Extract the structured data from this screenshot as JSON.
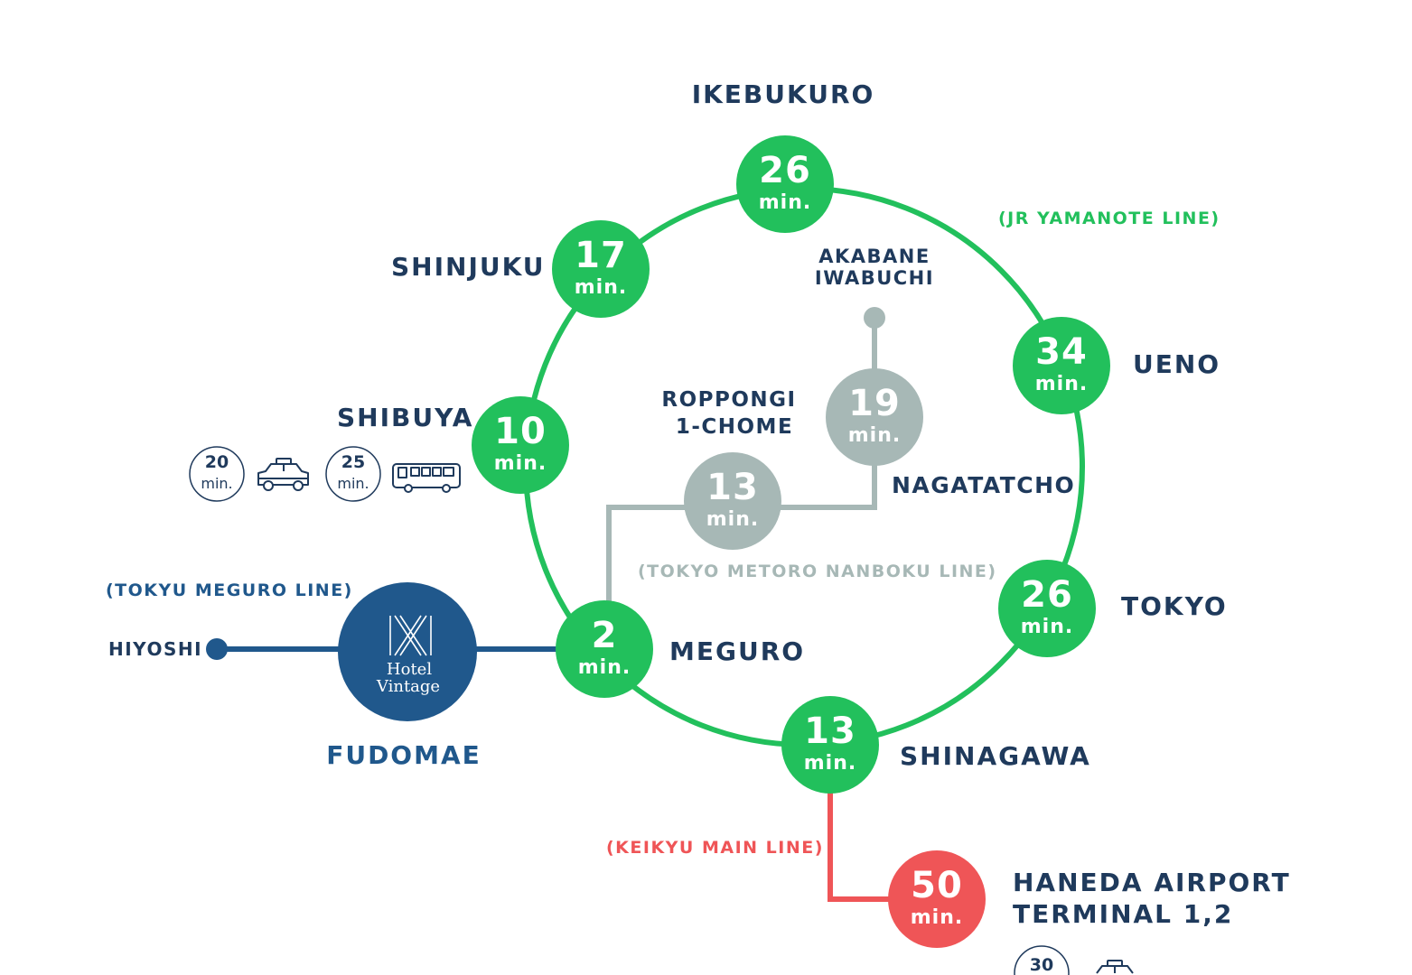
{
  "colors": {
    "yamanote": "#22c05c",
    "nanboku": "#a7b8b6",
    "meguro": "#20588c",
    "keikyu": "#ef5557",
    "text": "#1f3a5c"
  },
  "lines": {
    "yamanote": "(JR YAMANOTE LINE)",
    "nanboku": "(TOKYO METORO NANBOKU LINE)",
    "meguro": "(TOKYU MEGURO LINE)",
    "keikyu": "(KEIKYU MAIN LINE)"
  },
  "stations": {
    "ikebukuro": {
      "name": "IKEBUKURO",
      "time": "26",
      "unit": "min."
    },
    "shinjuku": {
      "name": "SHINJUKU",
      "time": "17",
      "unit": "min."
    },
    "shibuya": {
      "name": "SHIBUYA",
      "time": "10",
      "unit": "min."
    },
    "meguro": {
      "name": "MEGURO",
      "time": "2",
      "unit": "min."
    },
    "shinagawa": {
      "name": "SHINAGAWA",
      "time": "13",
      "unit": "min."
    },
    "tokyo": {
      "name": "TOKYO",
      "time": "26",
      "unit": "min."
    },
    "ueno": {
      "name": "UENO",
      "time": "34",
      "unit": "min."
    },
    "roppongi": {
      "name_line1": "ROPPONGI",
      "name_line2": "1-CHOME",
      "time": "13",
      "unit": "min."
    },
    "nagatatcho": {
      "name": "NAGATATCHO",
      "time": "19",
      "unit": "min."
    },
    "akabane": {
      "name_line1": "AKABANE",
      "name_line2": "IWABUCHI"
    },
    "haneda": {
      "name_line1": "HANEDA AIRPORT",
      "name_line2": "TERMINAL 1,2",
      "time": "50",
      "unit": "min."
    },
    "hiyoshi": {
      "name": "HIYOSHI"
    },
    "fudomae": {
      "name": "FUDOMAE"
    }
  },
  "hotel": {
    "line1": "Hotel",
    "line2": "Vintage"
  },
  "shibuya_alt": {
    "taxi": {
      "time": "20",
      "unit": "min.",
      "icon": "taxi-icon"
    },
    "bus": {
      "time": "25",
      "unit": "min.",
      "icon": "bus-icon"
    }
  },
  "haneda_alt": {
    "taxi": {
      "time": "30",
      "icon": "taxi-icon"
    }
  }
}
